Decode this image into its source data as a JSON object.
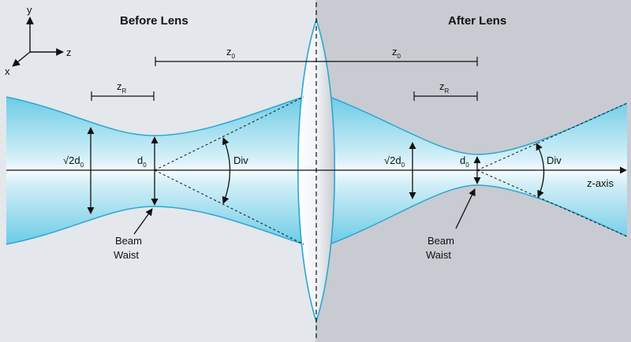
{
  "headers": {
    "before": "Before Lens",
    "after": "After Lens"
  },
  "axes": {
    "y": "y",
    "z": "z",
    "x": "x",
    "z_axis": "z-axis"
  },
  "labels": {
    "z0_letter": "z",
    "z0_sub": "0",
    "zr_letter": "z",
    "zr_sub": "R",
    "sqrt_sym": "√",
    "two_d": "2d",
    "d_letter": "d",
    "d_sub": "0",
    "div": "Div",
    "beam": "Beam",
    "waist": "Waist"
  },
  "colors": {
    "background_left": "#e4e7ec",
    "background_right": "#c9cbd2",
    "beam_edge": "#2aa8d0",
    "beam_fill_outer": "#6ccbe6",
    "beam_fill_inner": "#f3fbfe",
    "lens_edge": "#2aa8d0"
  }
}
